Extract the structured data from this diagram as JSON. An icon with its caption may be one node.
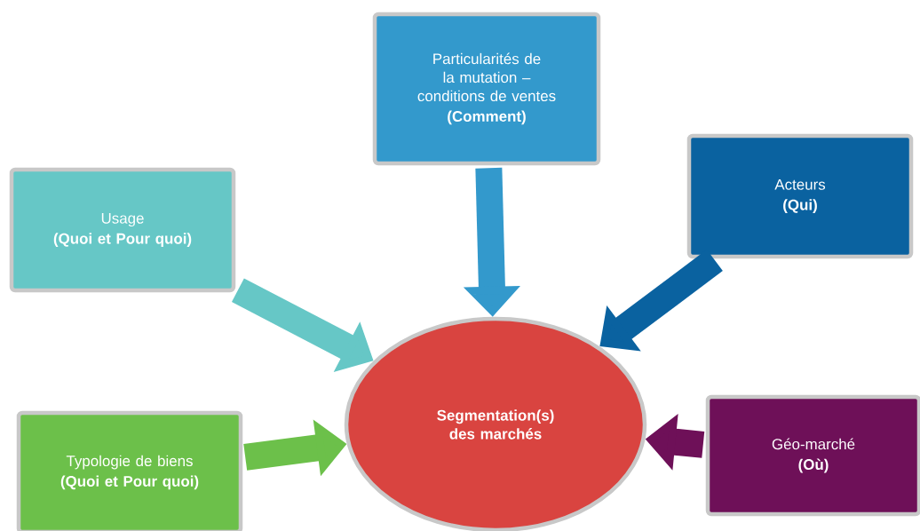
{
  "diagram": {
    "nodes": [
      {
        "text": [
          "Usage",
          "(Quoi et Pour quoi)"
        ]
      },
      {
        "text": [
          "Particularités de la mutation – conditions de ventes",
          "(Comment)"
        ]
      },
      {
        "text": [
          "Acteurs",
          "(Qui)"
        ]
      },
      {
        "text": [
          "Typologie de biens",
          "(Quoi et Pour quoi)"
        ]
      },
      {
        "text": [
          "Segmentation(s) des marchés"
        ]
      },
      {
        "text": [
          "Géo-marché",
          "(Où)"
        ]
      }
    ],
    "edges": [
      {
        "from": 0,
        "to": 4,
        "arrow": "to",
        "color": "#66c7c6"
      },
      {
        "from": 1,
        "to": 4,
        "arrow": "to",
        "color": "#3399cc"
      },
      {
        "from": 2,
        "to": 4,
        "arrow": "to",
        "color": "#0a62a0"
      },
      {
        "from": 3,
        "to": 4,
        "arrow": "to",
        "color": "#6cc04a"
      },
      {
        "from": 5,
        "to": 4,
        "arrow": "to",
        "color": "#6e1058"
      }
    ]
  }
}
